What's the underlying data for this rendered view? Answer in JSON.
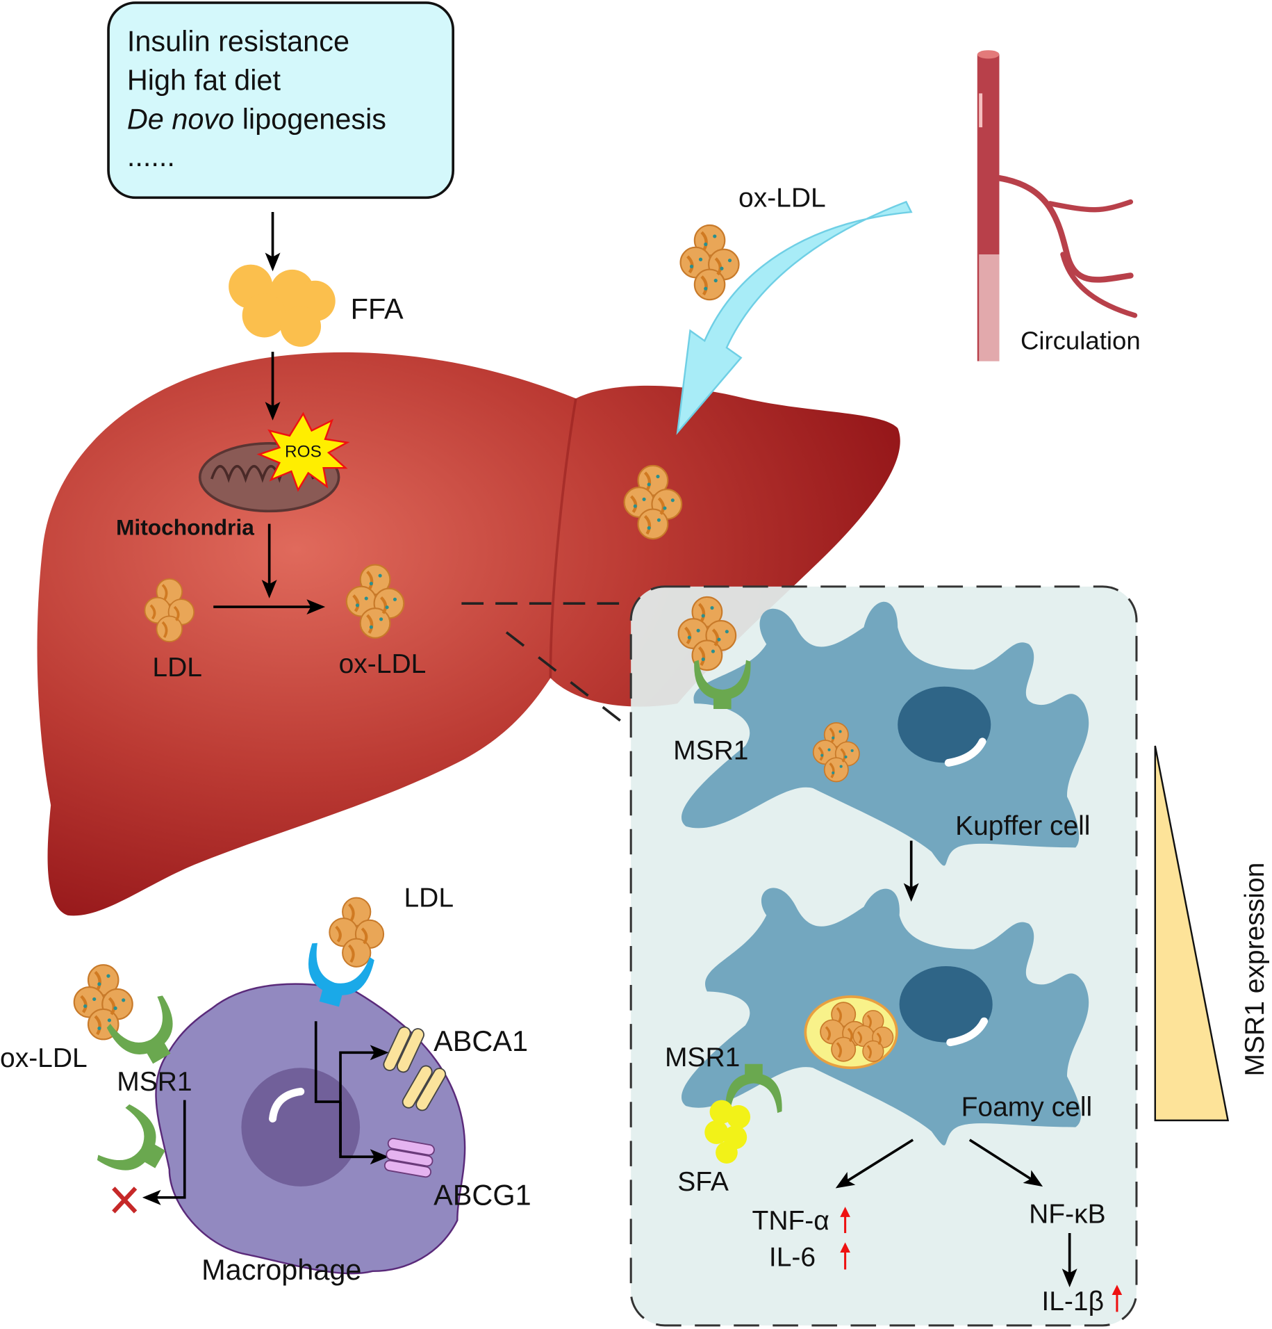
{
  "risk_box": {
    "line1": "Insulin resistance",
    "line2": "High fat diet",
    "line3_italic": "De novo",
    "line3_rest": " lipogenesis",
    "line4": "......"
  },
  "labels": {
    "ffa": "FFA",
    "ros": "ROS",
    "mitochondria": "Mitochondria",
    "ldl_liver": "LDL",
    "oxldl_liver": "ox-LDL",
    "oxldl_circ": "ox-LDL",
    "circulation": "Circulation",
    "msr1_kupffer": "MSR1",
    "kupffer_cell": "Kupffer cell",
    "msr1_foamy": "MSR1",
    "foamy_cell": "Foamy cell",
    "sfa": "SFA",
    "tnf": "TNF-α",
    "il6": "IL-6",
    "nfkb": "NF-κB",
    "il1b": "IL-1β",
    "msr1_expression": "MSR1 expression",
    "ldl_macro": "LDL",
    "oxldl_macro": "ox-LDL",
    "msr1_macro": "MSR1",
    "abca1": "ABCA1",
    "abcg1": "ABCG1",
    "macrophage": "Macrophage"
  },
  "colors": {
    "liver": "#b8312f",
    "box_fill": "#d4f8fb",
    "inset_fill": "#e2efee",
    "kupffer": "#73a7bf",
    "nucleus": "#2f6587",
    "macrophage": "#9289c0",
    "msr1": "#6aa84f",
    "ldl_receptor": "#1aa9e8",
    "ffa": "#fbbf4d",
    "triangle": "#fde399",
    "up_arrow": "#ee1111"
  }
}
